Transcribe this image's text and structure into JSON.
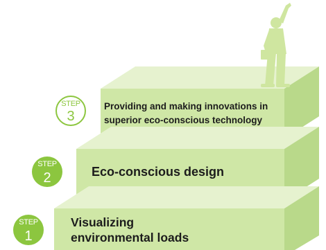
{
  "steps": [
    {
      "badge_word": "STEP",
      "number": "1",
      "lines": [
        "Visualizing",
        "environmental loads"
      ]
    },
    {
      "badge_word": "STEP",
      "number": "2",
      "lines": [
        "Eco-conscious design"
      ]
    },
    {
      "badge_word": "STEP",
      "number": "3",
      "lines": [
        "Providing and making innovations in",
        "superior eco-conscious technology"
      ]
    }
  ],
  "colors": {
    "step_front": "#cfe7a6",
    "step_top": "#e6f2cf",
    "step_side": "#b9d98a",
    "badge": "#8cc63f",
    "figure": "#cfe6a0"
  },
  "figure_icon": "person-cheering-icon"
}
